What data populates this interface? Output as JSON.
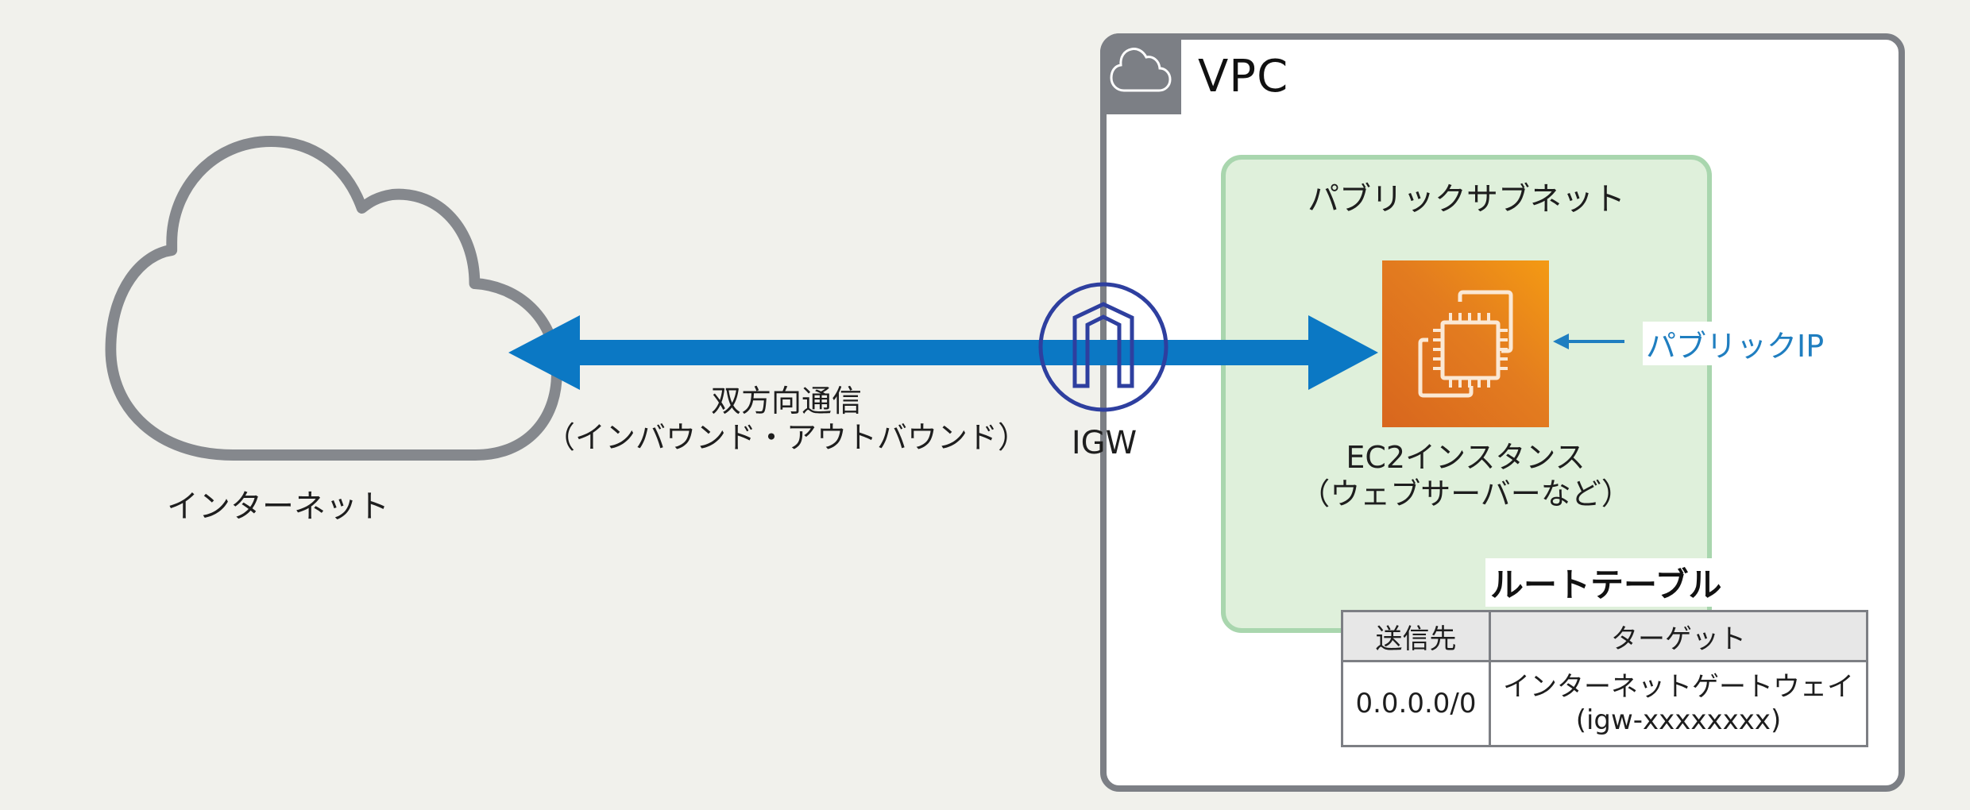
{
  "internet": {
    "label": "インターネット",
    "icon": "cloud-icon"
  },
  "connection": {
    "line1": "双方向通信",
    "line2": "（インバウンド・アウトバウンド）",
    "color": "#0b78c4"
  },
  "igw": {
    "label": "IGW",
    "icon": "internet-gateway-icon",
    "color": "#2e3f9f"
  },
  "vpc": {
    "label": "VPC",
    "icon": "cloud-icon",
    "border_color": "#7c7f85"
  },
  "subnet": {
    "label": "パブリックサブネット",
    "fill_color": "#dff0db",
    "border_color": "#a9d6ae"
  },
  "ec2": {
    "line1": "EC2インスタンス",
    "line2": "（ウェブサーバーなど）",
    "icon": "ec2-chip-icon",
    "color": "#e37c1f"
  },
  "public_ip": {
    "label": "パブリックIP",
    "color": "#1f7ec0"
  },
  "route_table": {
    "title": "ルートテーブル",
    "headers": [
      "送信先",
      "ターゲット"
    ],
    "rows": [
      {
        "destination": "0.0.0.0/0",
        "target_line1": "インターネットゲートウェイ",
        "target_line2": "(igw-xxxxxxxx)"
      }
    ]
  }
}
